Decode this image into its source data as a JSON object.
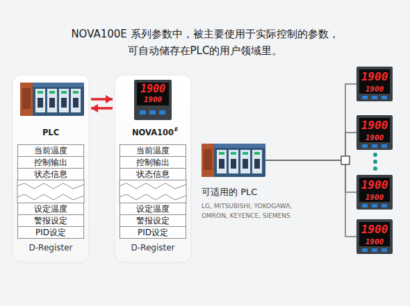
{
  "diagram": {
    "title": "NOVA100E 系列参数中，被主要使用于实际控制的参数， 可自动储存在PLC的用户领域里。",
    "nodes": [
      {
        "text": [
          "PLC",
          "D-Register"
        ]
      },
      {
        "text": [
          "当前温度"
        ],
        "in": 0
      },
      {
        "text": [
          "控制输出"
        ],
        "in": 0
      },
      {
        "text": [
          "状态信息"
        ],
        "in": 0
      },
      {
        "text": [
          "设定温度"
        ],
        "in": 0
      },
      {
        "text": [
          "警报设定"
        ],
        "in": 0
      },
      {
        "text": [
          "PID设定"
        ],
        "in": 0
      },
      {
        "text": [
          "NOVA100",
          "D-Register"
        ]
      },
      {
        "text": [
          "当前温度"
        ],
        "in": 7
      },
      {
        "text": [
          "控制输出"
        ],
        "in": 7
      },
      {
        "text": [
          "状态信息"
        ],
        "in": 7
      },
      {
        "text": [
          "设定温度"
        ],
        "in": 7
      },
      {
        "text": [
          "警报设定"
        ],
        "in": 7
      },
      {
        "text": [
          "PID设定"
        ],
        "in": 7
      },
      {
        "text": [
          "可适用的 PLC",
          "LG, MITSUBISHI, YOKOGAWA, OMRON, KEYENCE, SIEMENS"
        ]
      },
      {
        "text": [
          "1900",
          "1900"
        ]
      },
      {
        "text": [
          "1900",
          "1900"
        ]
      },
      {
        "text": [
          "1900",
          "1900"
        ]
      },
      {
        "text": [
          "1900",
          "1900"
        ]
      }
    ],
    "edges": [
      {
        "from": 0,
        "to": 7,
        "arrow": "to"
      },
      {
        "from": 7,
        "to": 0,
        "arrow": "to"
      },
      {
        "from": 14,
        "to": 15,
        "arrow": "none"
      },
      {
        "from": 14,
        "to": 16,
        "arrow": "none"
      },
      {
        "from": 14,
        "to": 17,
        "arrow": "none"
      },
      {
        "from": 14,
        "to": 18,
        "arrow": "none"
      }
    ],
    "labels": [
      "E",
      "1900",
      "1900"
    ]
  }
}
